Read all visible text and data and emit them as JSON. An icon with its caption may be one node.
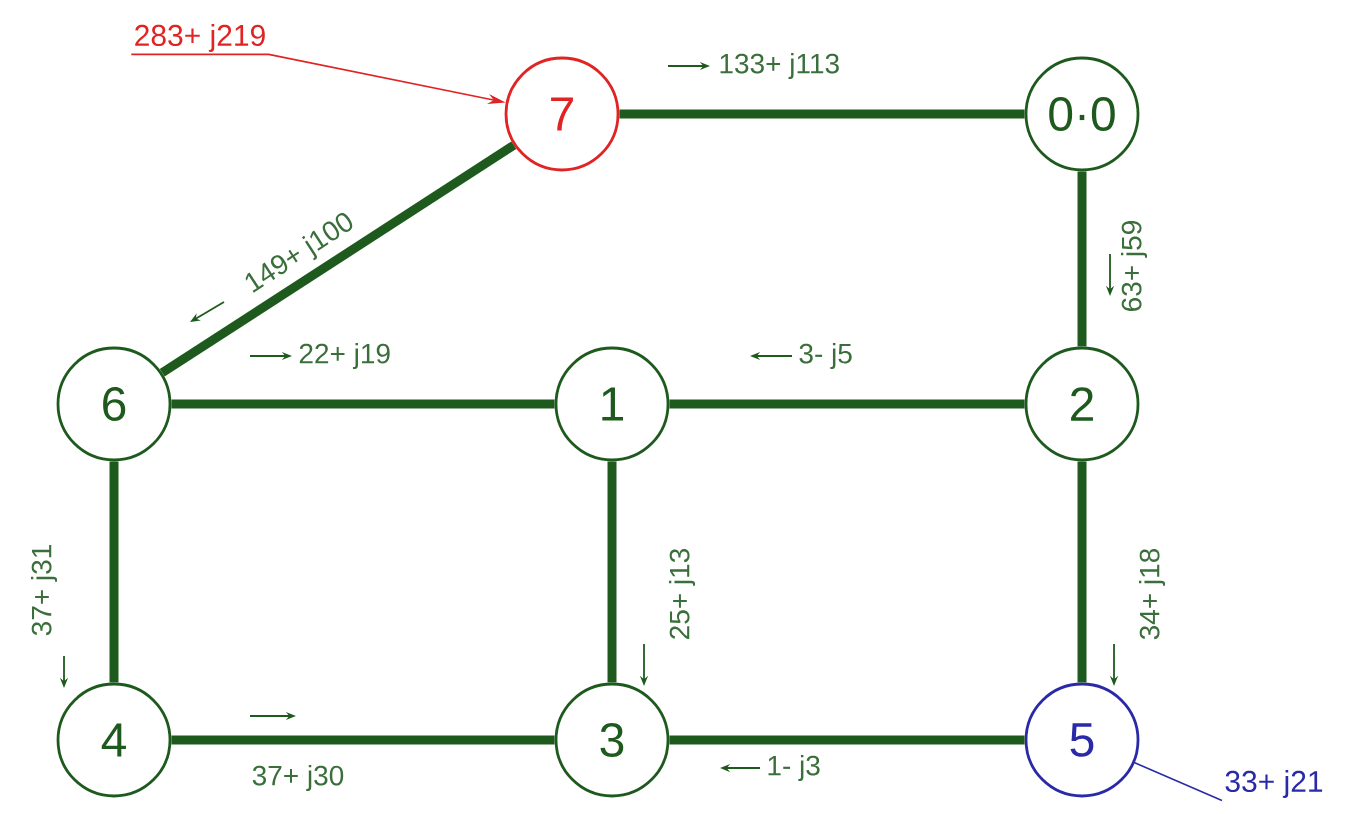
{
  "diagram": {
    "nodes": [
      {
        "text": [
          "283+ j219"
        ]
      },
      {
        "text": [
          "7"
        ]
      },
      {
        "text": [
          "0·0"
        ]
      },
      {
        "text": [
          "6"
        ]
      },
      {
        "text": [
          "1"
        ]
      },
      {
        "text": [
          "2"
        ]
      },
      {
        "text": [
          "4"
        ]
      },
      {
        "text": [
          "3"
        ]
      },
      {
        "text": [
          "5"
        ]
      },
      {
        "text": [
          "33+ j21"
        ]
      }
    ],
    "edges": [
      {
        "from": 0,
        "to": 1,
        "arrow": "to",
        "color": "#e02424"
      },
      {
        "from": 9,
        "to": 8,
        "arrow": "none",
        "color": "#2a2aa8"
      },
      {
        "from": 1,
        "to": 2,
        "arrow": "none",
        "label": "133+ j113"
      },
      {
        "from": 1,
        "to": 3,
        "arrow": "none",
        "label": "149+ j100"
      },
      {
        "from": 3,
        "to": 4,
        "arrow": "none",
        "label": "22+ j19"
      },
      {
        "from": 4,
        "to": 5,
        "arrow": "none",
        "label": "3- j5"
      },
      {
        "from": 2,
        "to": 5,
        "arrow": "none",
        "label": "63+ j59"
      },
      {
        "from": 3,
        "to": 6,
        "arrow": "none",
        "label": "37+ j31"
      },
      {
        "from": 4,
        "to": 7,
        "arrow": "none",
        "label": "25+ j13"
      },
      {
        "from": 5,
        "to": 8,
        "arrow": "none",
        "label": "34+ j18"
      },
      {
        "from": 6,
        "to": 7,
        "arrow": "none",
        "label": "37+ j30"
      },
      {
        "from": 7,
        "to": 8,
        "arrow": "none",
        "label": "1- j3"
      }
    ]
  }
}
